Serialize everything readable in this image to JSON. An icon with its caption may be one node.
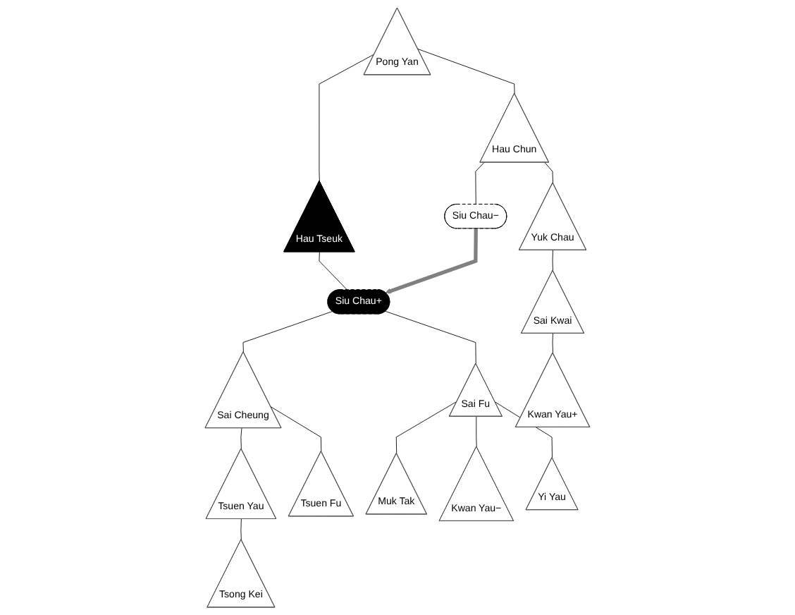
{
  "diagram": {
    "nodes": [
      {
        "text": [
          "Pong Yan"
        ]
      },
      {
        "text": [
          "Hau Tseuk"
        ]
      },
      {
        "text": [
          "Hau Chun"
        ]
      },
      {
        "text": [
          "Siu Chau+"
        ]
      },
      {
        "text": [
          "Yuk Chau"
        ]
      },
      {
        "text": [
          "Siu Chau−"
        ]
      },
      {
        "text": [
          "Sai Cheung"
        ]
      },
      {
        "text": [
          "Sai Fu"
        ]
      },
      {
        "text": [
          "Sai Kwai"
        ]
      },
      {
        "text": [
          "Tsuen Yau"
        ]
      },
      {
        "text": [
          "Tsuen Fu"
        ]
      },
      {
        "text": [
          "Muk Tak"
        ]
      },
      {
        "text": [
          "Kwan Yau−"
        ]
      },
      {
        "text": [
          "Yi Yau"
        ]
      },
      {
        "text": [
          "Kwan Yau+"
        ]
      },
      {
        "text": [
          "Tsong Kei"
        ]
      }
    ],
    "edges": [
      {
        "from": 0,
        "to": 1,
        "arrow": "none"
      },
      {
        "from": 0,
        "to": 2,
        "arrow": "none"
      },
      {
        "from": 1,
        "to": 3,
        "arrow": "none"
      },
      {
        "from": 2,
        "to": 4,
        "arrow": "none"
      },
      {
        "from": 2,
        "to": 5,
        "arrow": "none"
      },
      {
        "from": 3,
        "to": 6,
        "arrow": "none"
      },
      {
        "from": 3,
        "to": 7,
        "arrow": "none"
      },
      {
        "from": 4,
        "to": 8,
        "arrow": "none"
      },
      {
        "from": 6,
        "to": 9,
        "arrow": "none"
      },
      {
        "from": 6,
        "to": 10,
        "arrow": "none"
      },
      {
        "from": 7,
        "to": 11,
        "arrow": "none"
      },
      {
        "from": 7,
        "to": 12,
        "arrow": "none"
      },
      {
        "from": 7,
        "to": 13,
        "arrow": "none"
      },
      {
        "from": 8,
        "to": 14,
        "arrow": "none"
      },
      {
        "from": 9,
        "to": 15,
        "arrow": "none"
      },
      {
        "from": 5,
        "to": 3,
        "arrow": "to",
        "style": "thick",
        "color": "#808080"
      }
    ]
  }
}
